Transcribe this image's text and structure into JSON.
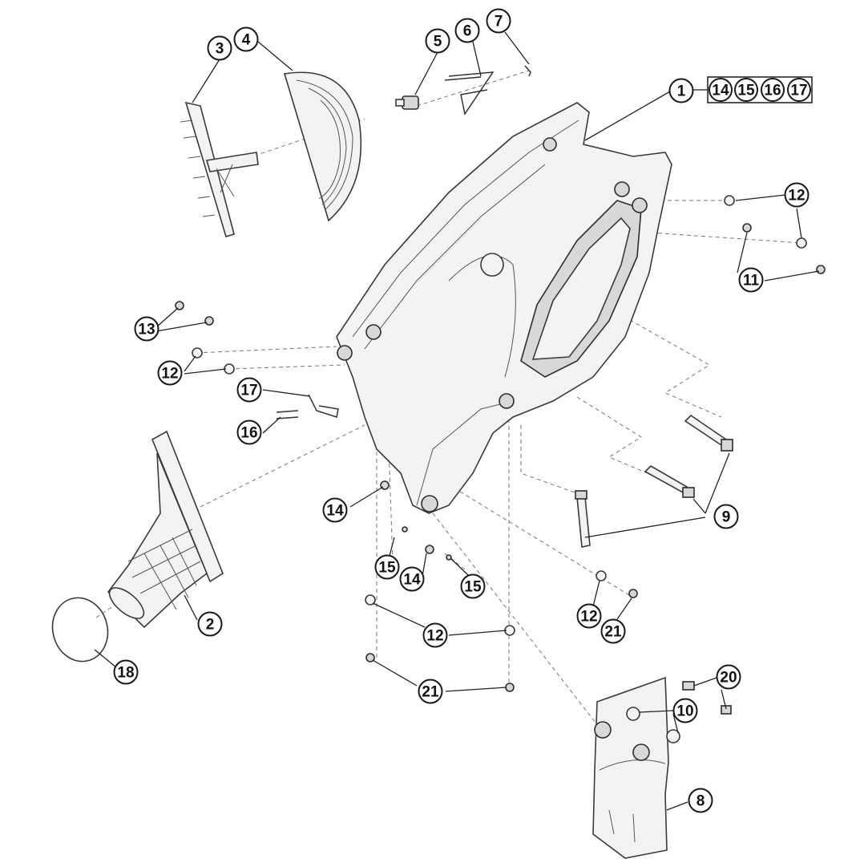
{
  "callouts": [
    {
      "id": "c1",
      "label": "1"
    },
    {
      "id": "c2",
      "label": "2"
    },
    {
      "id": "c3",
      "label": "3"
    },
    {
      "id": "c4",
      "label": "4"
    },
    {
      "id": "c5",
      "label": "5"
    },
    {
      "id": "c6",
      "label": "6"
    },
    {
      "id": "c7",
      "label": "7"
    },
    {
      "id": "c8",
      "label": "8"
    },
    {
      "id": "c9",
      "label": "9"
    },
    {
      "id": "c10",
      "label": "10"
    },
    {
      "id": "c11",
      "label": "11"
    },
    {
      "id": "c12a",
      "label": "12"
    },
    {
      "id": "c12b",
      "label": "12"
    },
    {
      "id": "c12c",
      "label": "12"
    },
    {
      "id": "c12d",
      "label": "12"
    },
    {
      "id": "c13",
      "label": "13"
    },
    {
      "id": "c14a",
      "label": "14"
    },
    {
      "id": "c14b",
      "label": "14"
    },
    {
      "id": "c15a",
      "label": "15"
    },
    {
      "id": "c15b",
      "label": "15"
    },
    {
      "id": "c16",
      "label": "16"
    },
    {
      "id": "c17",
      "label": "17"
    },
    {
      "id": "c18",
      "label": "18"
    },
    {
      "id": "c20",
      "label": "20"
    },
    {
      "id": "c21a",
      "label": "21"
    },
    {
      "id": "c21b",
      "label": "21"
    }
  ],
  "kit_group": {
    "labels": [
      "14",
      "15",
      "16",
      "17"
    ]
  }
}
